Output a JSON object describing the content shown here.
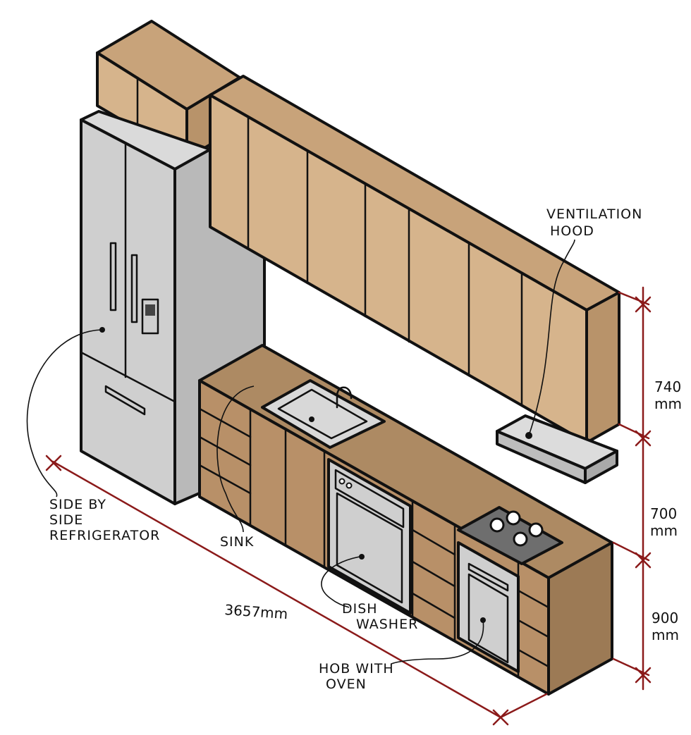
{
  "labels": {
    "refrigerator": [
      "SIDE BY",
      "SIDE",
      "REFRIGERATOR"
    ],
    "sink": "SINK",
    "dishwasher": [
      "DISH",
      "WASHER"
    ],
    "hob_oven": [
      "HOB WITH",
      "OVEN"
    ],
    "hood": [
      "VENTILATION",
      "HOOD"
    ]
  },
  "dimensions": {
    "length": "3657mm",
    "upper": [
      "740",
      "mm"
    ],
    "middle": [
      "700",
      "mm"
    ],
    "base": [
      "900",
      "mm"
    ]
  },
  "colors": {
    "cabinet_front": "#d6b48c",
    "cabinet_side": "#b8936a",
    "cabinet_top": "#c8a37a",
    "base_front": "#b89068",
    "counter_top": "#ad8a63",
    "fridge": "#cfcfcf",
    "fridge_side": "#b9b9b9",
    "appliance_dark": "#6a6a6a",
    "dimension_line": "#8b1a1a"
  }
}
